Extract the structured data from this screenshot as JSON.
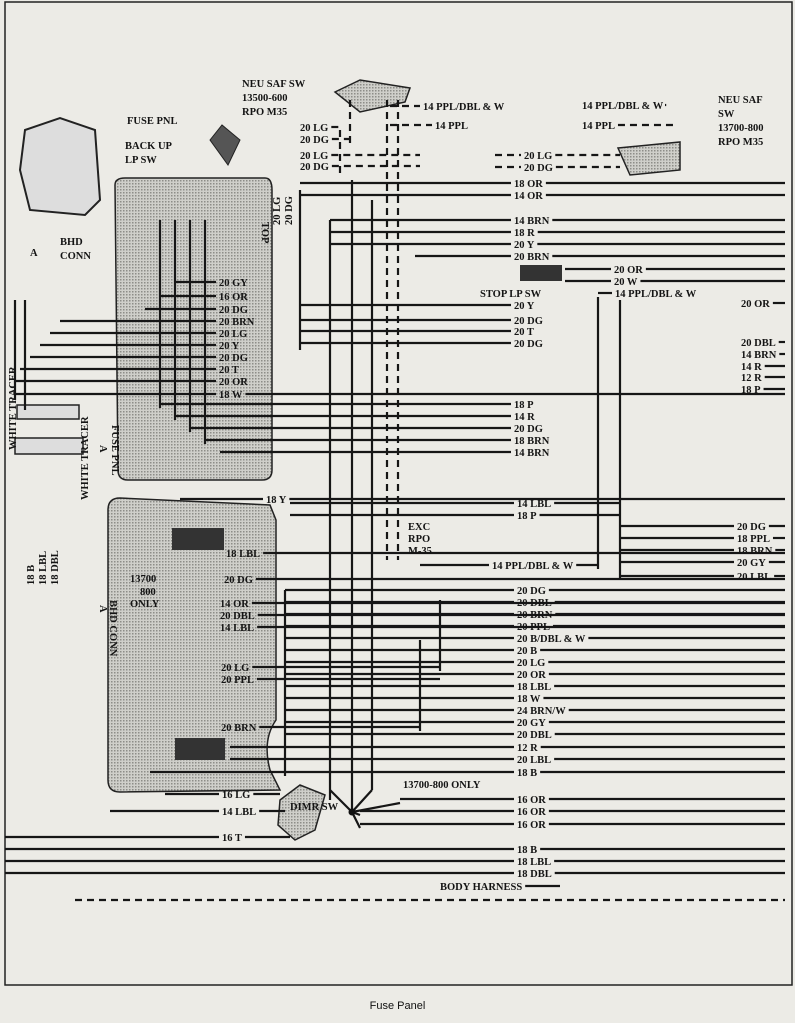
{
  "caption": "Fuse Panel",
  "colors": {
    "paper": "#ecebe6",
    "ink": "#161616",
    "panel": "#b9b9b4"
  },
  "labels": [
    "NEU SAF SW",
    "13500-600",
    "RPO M35",
    "FUSE PNL",
    "BACK UP",
    "LP SW",
    "20 LG",
    "20 DG",
    "20 LG",
    "20 DG",
    "BHD",
    "CONN",
    "A",
    "20 LG",
    "20 DG",
    "TOP",
    "14 PPL/DBL & W",
    "14 PPL/DBL & W",
    "14 PPL",
    "14 PPL",
    "NEU SAF",
    "SW",
    "13700-800",
    "RPO M35",
    "20 LG",
    "20 DG",
    "18 OR",
    "14 OR",
    "14 BRN",
    "18 R",
    "20 Y",
    "20 BRN",
    "20 OR",
    "20 W",
    "STOP LP SW",
    "14 PPL/DBL & W",
    "20 OR",
    "20 Y",
    "20 DG",
    "20 T",
    "20 DG",
    "20 GY",
    "16 OR",
    "20 DG",
    "20 BRN",
    "20 LG",
    "20 Y",
    "20 DG",
    "20 T",
    "20 OR",
    "18 W",
    "20 DBL",
    "14 BRN",
    "14 R",
    "12 R",
    "18 P",
    "18 P",
    "14 R",
    "20 DG",
    "18 BRN",
    "14 BRN",
    "18 Y",
    "14 LBL",
    "18 P",
    "EXC",
    "RPO",
    "M-35",
    "20 DG",
    "18 PPL",
    "18 BRN",
    "20 GY",
    "20 LBL",
    "14 PPL/DBL & W",
    "18 LBL",
    "20 DG",
    "13700",
    "800",
    "ONLY",
    "14 OR",
    "20 DBL",
    "14 LBL",
    "FUSE PNL",
    "A",
    "BHD CONN",
    "A",
    "WHITE TRACER",
    "WHITE TRACER",
    "18 B",
    "18 LBL",
    "18 DBL",
    "20 DG",
    "20 DBL",
    "20 BRN",
    "20 PPL",
    "20 B/DBL & W",
    "20 B",
    "20 LG",
    "20 OR",
    "18 LBL",
    "18 W",
    "24 BRN/W",
    "20 GY",
    "20 DBL",
    "12 R",
    "20 LBL",
    "18 B",
    "20 LG",
    "20 PPL",
    "20 BRN",
    "13700-800 ONLY",
    "16 LG",
    "14 LBL",
    "16 T",
    "DIMR SW",
    "16 OR",
    "16 OR",
    "16 OR",
    "18 B",
    "18 LBL",
    "18 DBL",
    "BODY HARNESS"
  ]
}
